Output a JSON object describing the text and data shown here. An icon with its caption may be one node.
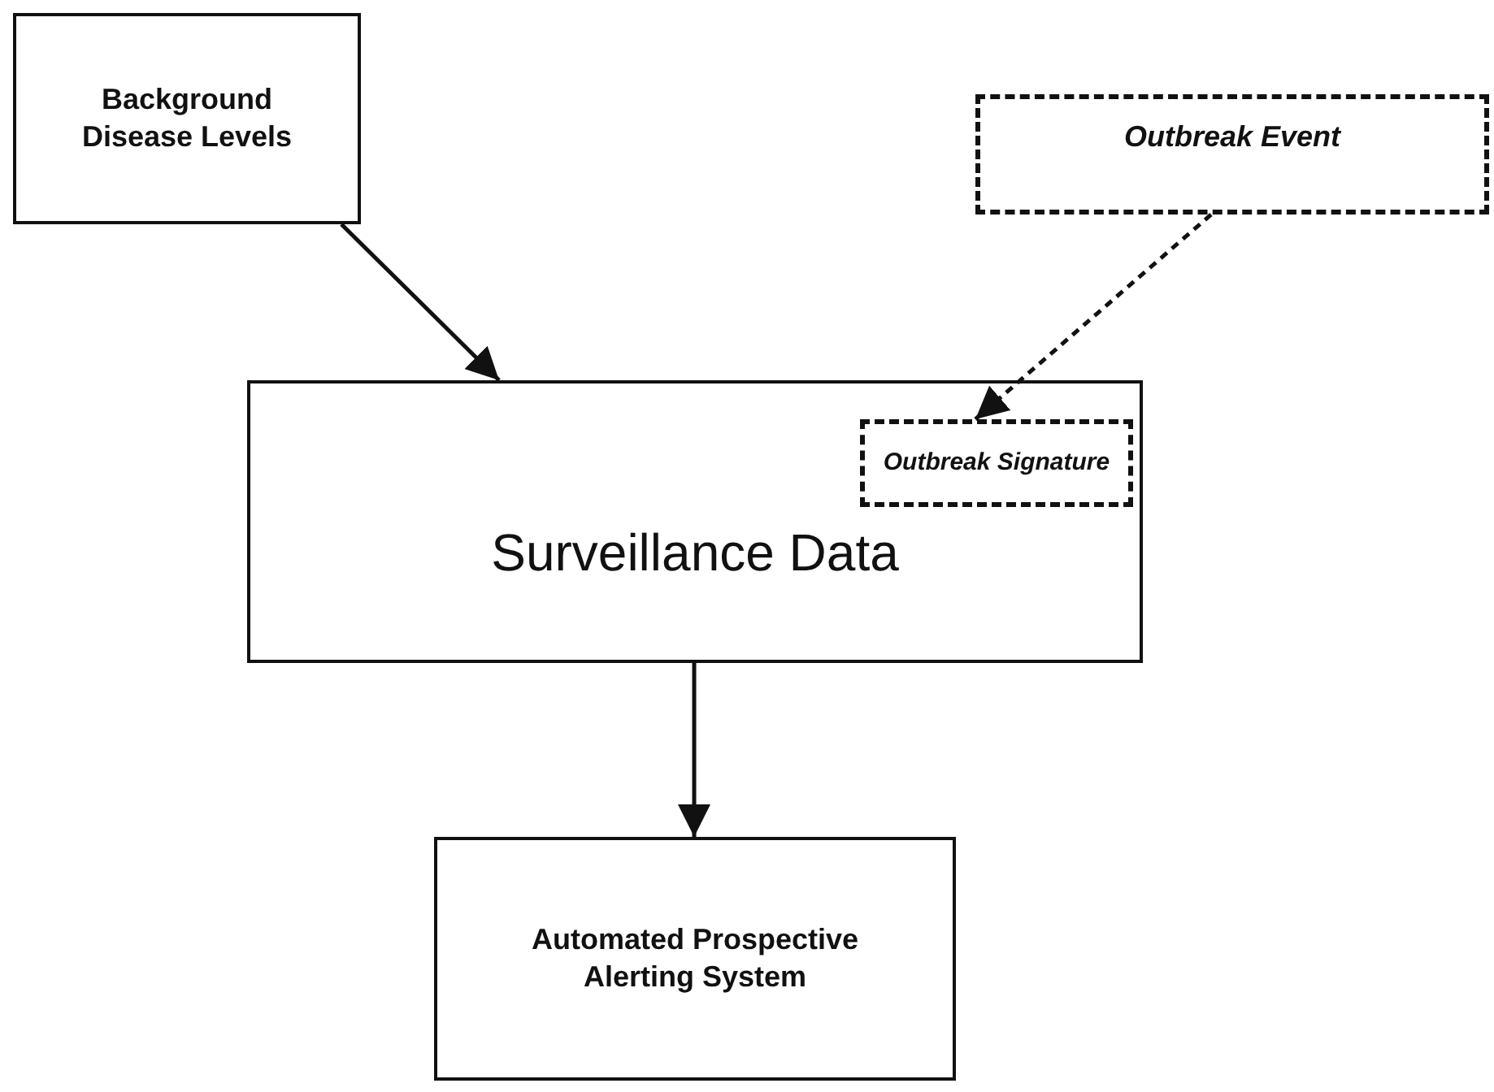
{
  "diagram": {
    "nodes": [
      {
        "text": [
          "Background Disease Levels"
        ]
      },
      {
        "text": [
          "Outbreak Event"
        ]
      },
      {
        "text": [
          "Surveillance Data"
        ]
      },
      {
        "text": [
          "Outbreak Signature"
        ],
        "in": 2
      },
      {
        "text": [
          "Automated Prospective Alerting System"
        ]
      }
    ],
    "edges": [
      {
        "from": 0,
        "to": 2,
        "arrow": "to"
      },
      {
        "from": 1,
        "to": 3,
        "arrow": "to",
        "style": "dashed"
      },
      {
        "from": 2,
        "to": 4,
        "arrow": "to"
      }
    ]
  }
}
